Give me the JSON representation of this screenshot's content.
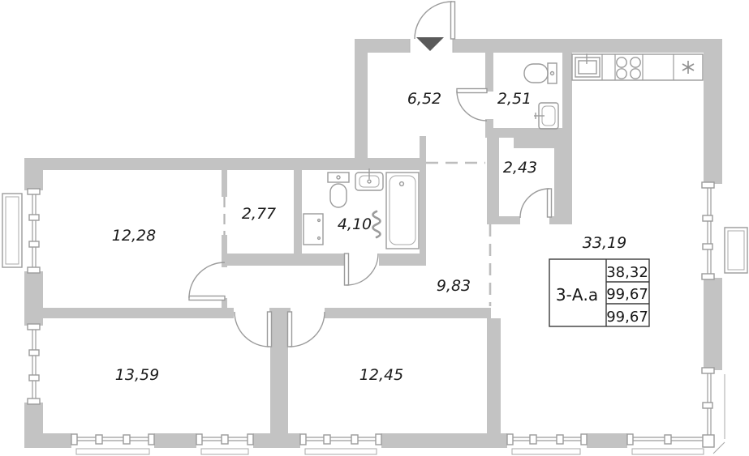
{
  "room_areas": [
    "6,52",
    "2,51",
    "2,43",
    "2,77",
    "4,10",
    "12,28",
    "9,83",
    "33,19",
    "13,59",
    "12,45"
  ],
  "stamp": {
    "type_label": "3-А.а",
    "values": [
      "38,32",
      "99,67",
      "99,67"
    ]
  },
  "colors": {
    "background": "#ffffff",
    "wall": "#c3c3c3",
    "fixture_line": "#9b9b9b",
    "label_text": "#1b1b1b",
    "entrance_marker": "#5a5a5a"
  }
}
